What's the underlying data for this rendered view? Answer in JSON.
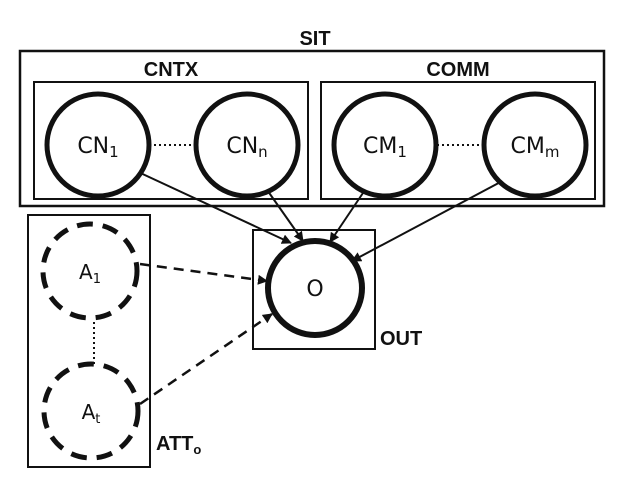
{
  "plates": {
    "sit": "SIT",
    "cntx": "CNTX",
    "comm": "COMM",
    "out": "OUT",
    "att": {
      "main": "ATT",
      "sub": "o"
    }
  },
  "nodes": {
    "cn1": {
      "main": "CN",
      "sub": "1"
    },
    "cnn": {
      "main": "CN",
      "sub": "n"
    },
    "cm1": {
      "main": "CM",
      "sub": "1"
    },
    "cmm": {
      "main": "CM",
      "sub": "m"
    },
    "o": {
      "main": "O"
    },
    "a1": {
      "main": "A",
      "sub": "1"
    },
    "at": {
      "main": "A",
      "sub": "t"
    }
  }
}
